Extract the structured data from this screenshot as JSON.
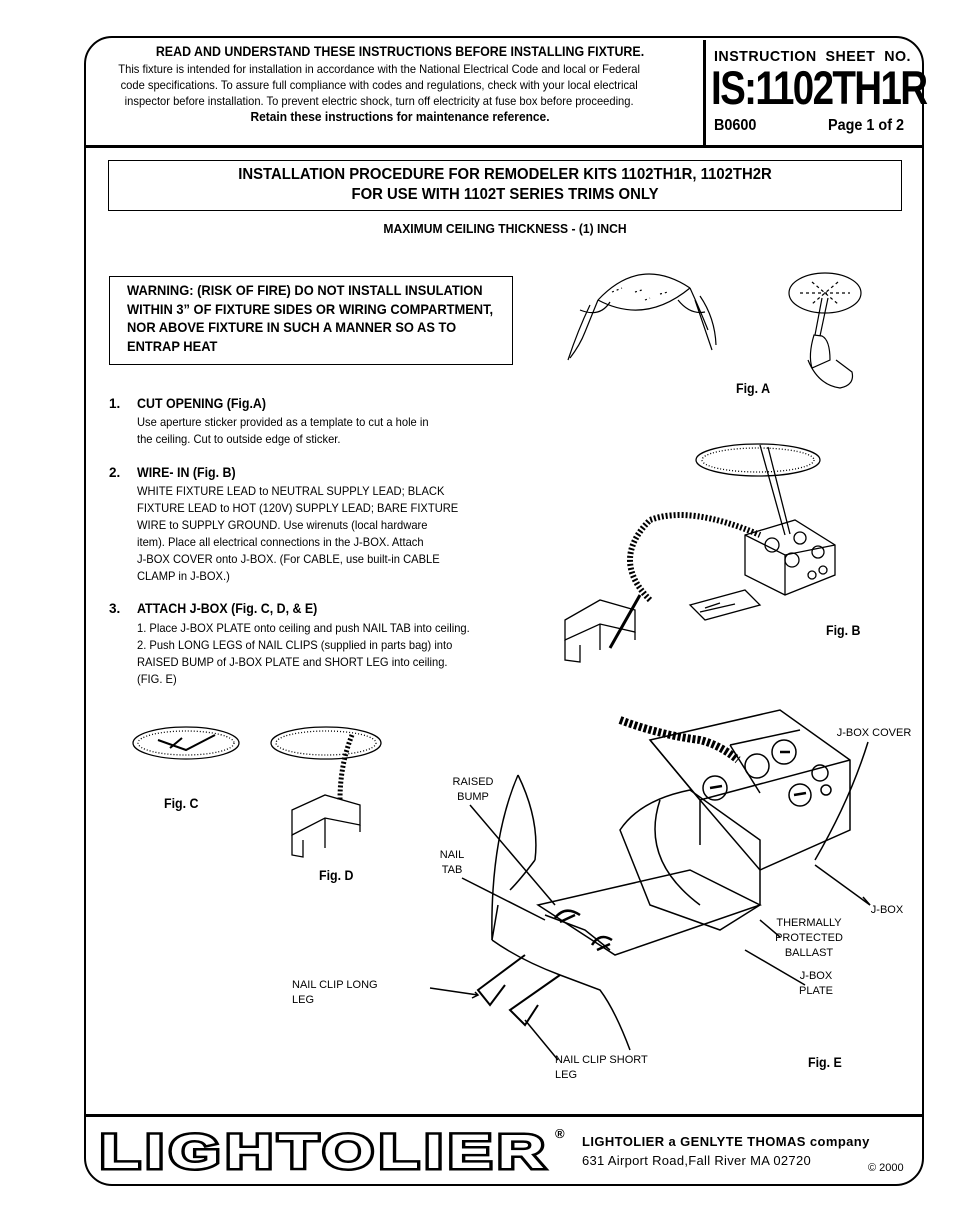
{
  "header": {
    "notice_title": "READ AND UNDERSTAND THESE INSTRUCTIONS BEFORE INSTALLING FIXTURE.",
    "notice_lines": [
      "This fixture is intended for installation in accordance with the National Electrical Code and local or Federal",
      "code specifications. To assure full compliance with codes and regulations, check with your local electrical",
      "inspector before installation. To prevent electric shock, turn off electricity at fuse box before proceeding."
    ],
    "retain": "Retain these instructions for maintenance reference.",
    "sheet_label": "INSTRUCTION  SHEET  NO.",
    "sheet_number": "IS:1102TH1R",
    "code": "B0600",
    "page": "Page 1 of 2"
  },
  "title": {
    "line1": "INSTALLATION PROCEDURE FOR REMODELER KITS 1102TH1R, 1102TH2R",
    "line2": "FOR USE WITH 1102T SERIES TRIMS ONLY"
  },
  "max_thickness": "MAXIMUM CEILING THICKNESS - (1) INCH",
  "warning": [
    "WARNING: (RISK OF FIRE) DO NOT INSTALL INSULATION",
    "WITHIN 3” OF FIXTURE SIDES OR WIRING COMPARTMENT,",
    "NOR ABOVE FIXTURE IN SUCH A MANNER SO AS TO",
    "ENTRAP HEAT"
  ],
  "steps": [
    {
      "num": "1.",
      "heading": "CUT OPENING (Fig.A)",
      "lines": [
        "Use aperture sticker provided as a template to cut a hole in",
        "the ceiling. Cut to outside edge of sticker."
      ]
    },
    {
      "num": "2.",
      "heading": "WIRE- IN (Fig. B)",
      "lines": [
        "WHITE FIXTURE LEAD to NEUTRAL SUPPLY LEAD; BLACK",
        "FIXTURE LEAD to HOT (120V) SUPPLY LEAD; BARE FIXTURE",
        "WIRE to SUPPLY GROUND. Use wirenuts (local hardware",
        "item). Place all electrical connections in the J-BOX. Attach",
        "J-BOX COVER onto J-BOX. (For CABLE, use built-in CABLE",
        "CLAMP in J-BOX.)"
      ]
    },
    {
      "num": "3.",
      "heading": "ATTACH J-BOX (Fig. C, D, & E)",
      "lines": [
        "1. Place J-BOX PLATE onto ceiling and push NAIL TAB into ceiling.",
        "2. Push LONG LEGS of NAIL CLIPS (supplied in parts bag) into",
        "RAISED BUMP of J-BOX PLATE and SHORT LEG into ceiling.",
        "(FIG. E)"
      ]
    }
  ],
  "figures": {
    "a": "Fig. A",
    "b": "Fig. B",
    "c": "Fig. C",
    "d": "Fig. D",
    "e": "Fig. E"
  },
  "callouts": {
    "jbox_cover": "J-BOX COVER",
    "raised_bump_1": "RAISED",
    "raised_bump_2": "BUMP",
    "nail_tab_1": "NAIL",
    "nail_tab_2": "TAB",
    "jbox": "J-BOX",
    "ballast_1": "THERMALLY",
    "ballast_2": "PROTECTED",
    "ballast_3": "BALLAST",
    "plate_1": "J-BOX",
    "plate_2": "PLATE",
    "long_leg": "NAIL CLIP LONG LEG",
    "short_leg": "NAIL CLIP SHORT LEG"
  },
  "footer": {
    "logo": "LIGHTOLIER",
    "registered": "®",
    "company": "LIGHTOLIER a GENLYTE THOMAS company",
    "address": "631 Airport Road,Fall River MA 02720",
    "copyright": "© 2000"
  }
}
